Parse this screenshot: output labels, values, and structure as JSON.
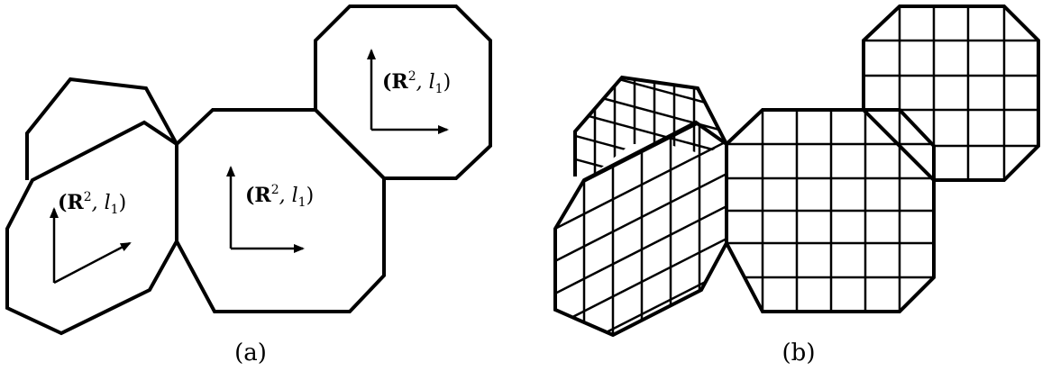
{
  "panel_a": {
    "caption": "(a)",
    "frame_labels": [
      {
        "base": "(R",
        "sup": "2",
        "mid": ", l",
        "sub": "1",
        "end": ")"
      },
      {
        "base": "(R",
        "sup": "2",
        "mid": ", l",
        "sub": "1",
        "end": ")"
      },
      {
        "base": "(R",
        "sup": "2",
        "mid": ", l",
        "sub": "1",
        "end": ")"
      }
    ]
  },
  "panel_b": {
    "caption": "(b)"
  }
}
